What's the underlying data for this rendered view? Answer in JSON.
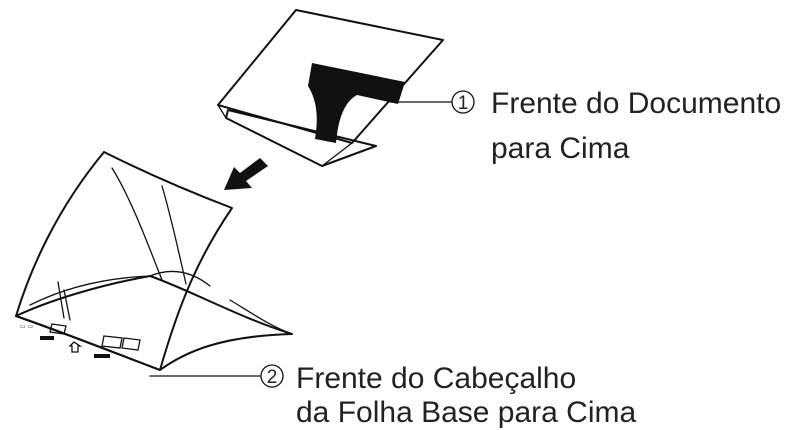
{
  "callouts": [
    {
      "number": "1",
      "line1": "Frente do Documento",
      "line2": "para Cima"
    },
    {
      "number": "2",
      "line1": "Frente do Cabeçalho",
      "line2": "da Folha Base para Cima"
    }
  ],
  "colors": {
    "ink": "#111111",
    "text": "#222222",
    "background": "#ffffff"
  },
  "icons": {
    "document": "folded-document-icon",
    "carrier_sheet": "carrier-sheet-icon",
    "insert_arrow": "insert-arrow-icon"
  }
}
